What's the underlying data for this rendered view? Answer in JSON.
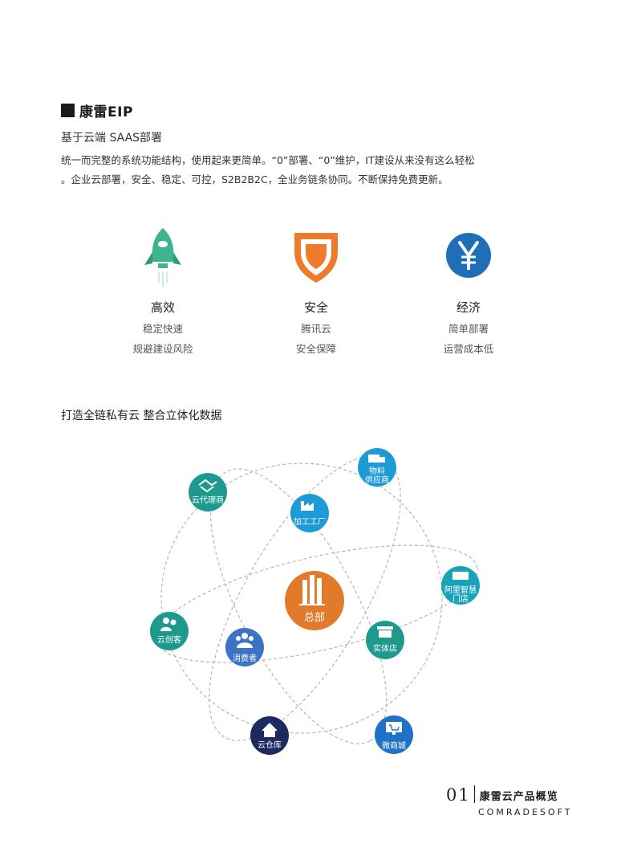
{
  "heading": {
    "title": "康雷EIP"
  },
  "subtitle": "基于云端  SAAS部署",
  "intro": {
    "line1": "统一而完整的系统功能结构，使用起来更简单。“0”部署、“0”维护，IT建设从来没有这么轻松",
    "line2": "。企业云部署，安全、稳定、可控，S2B2B2C，全业务链条协同。不断保持免费更新。"
  },
  "features": [
    {
      "name": "高效",
      "line1": "稳定快速",
      "line2": "规避建设风险",
      "icon": "rocket-icon",
      "color": "#3bb58d"
    },
    {
      "name": "安全",
      "line1": "腾讯云",
      "line2": "安全保障",
      "icon": "shield-icon",
      "color": "#ee7a2b"
    },
    {
      "name": "经济",
      "line1": "简单部署",
      "line2": "运营成本低",
      "icon": "yen-icon",
      "color": "#1f6fb8"
    }
  ],
  "section2": {
    "title": "打造全链私有云 整合立体化数据"
  },
  "diagram": {
    "center": {
      "label": "总部",
      "color": "#e27a2b"
    },
    "nodes": [
      {
        "id": "yundailishang",
        "label": "云代理商",
        "icon": "handshake-icon",
        "color": "#1d9a8d"
      },
      {
        "id": "wuliao",
        "label1": "物料",
        "label2": "供应商",
        "icon": "truck-icon",
        "color": "#1e9bd6"
      },
      {
        "id": "jiagong",
        "label": "加工工厂",
        "icon": "factory-icon",
        "color": "#1e9bd6"
      },
      {
        "id": "alibaba",
        "label1": "阿里智慧",
        "label2": "门店",
        "icon": "store-icon",
        "color": "#1aa3b8"
      },
      {
        "id": "yunchuangke",
        "label": "云创客",
        "icon": "people-icon",
        "color": "#1d9a8d"
      },
      {
        "id": "xiaofeizhe",
        "label": "消费者",
        "icon": "group-icon",
        "color": "#3b74c4"
      },
      {
        "id": "shitidian",
        "label": "实体店",
        "icon": "shop-icon",
        "color": "#1d9a8d"
      },
      {
        "id": "yuncangku",
        "label": "云仓库",
        "icon": "house-icon",
        "color": "#1d2a5e"
      },
      {
        "id": "weishangcheng",
        "label": "微商城",
        "icon": "monitor-cart-icon",
        "color": "#1e73c8"
      }
    ]
  },
  "footer": {
    "page_number": "01",
    "title": "康雷云产品概览",
    "brand": "COMRADESOFT"
  }
}
